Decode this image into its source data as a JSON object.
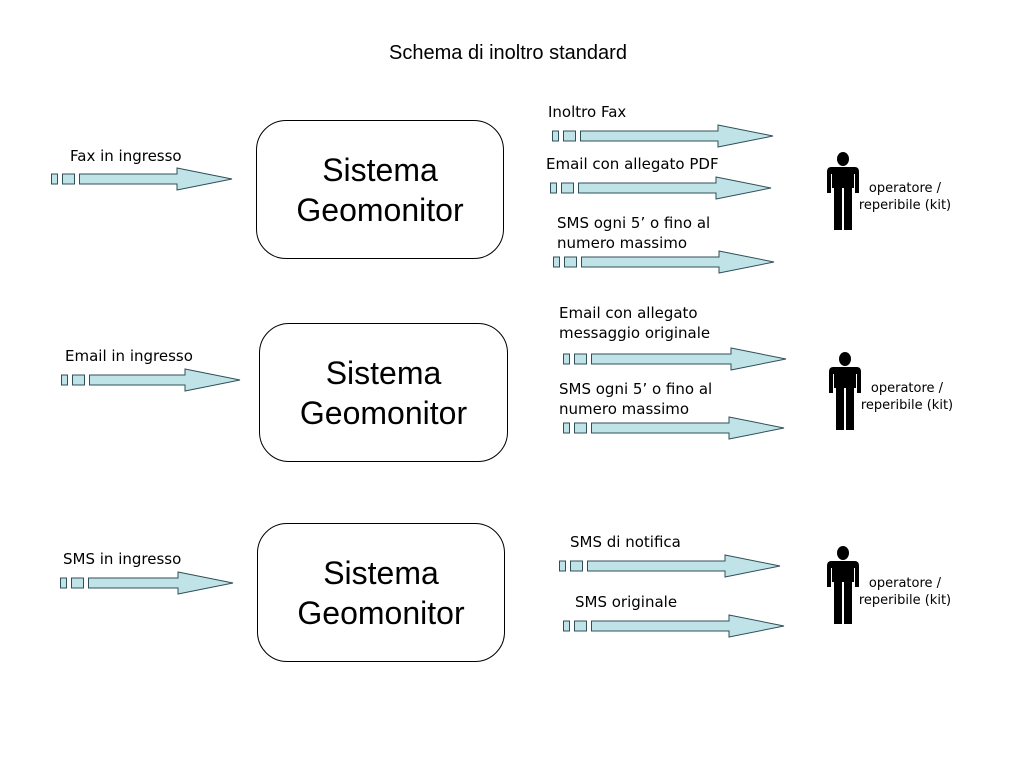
{
  "title": "Schema di inoltro standard",
  "colors": {
    "arrow_fill": "#bfe3e6",
    "stroke": "#2f4f5a",
    "person": "#000000"
  },
  "icons": {
    "person": "person-icon"
  },
  "groups": [
    {
      "input_label": "Fax in ingresso",
      "system_line1": "Sistema",
      "system_line2": "Geomonitor",
      "outputs": [
        {
          "line1": "Inoltro Fax",
          "line2": ""
        },
        {
          "line1": "Email con allegato PDF",
          "line2": ""
        },
        {
          "line1": "SMS ogni 5’ o fino al",
          "line2": "numero massimo"
        }
      ],
      "operator_line1": "operatore /",
      "operator_line2": "reperibile (kit)"
    },
    {
      "input_label": "Email in ingresso",
      "system_line1": "Sistema",
      "system_line2": "Geomonitor",
      "outputs": [
        {
          "line1": "Email con allegato",
          "line2": "messaggio originale"
        },
        {
          "line1": "SMS ogni 5’ o fino al",
          "line2": "numero massimo"
        }
      ],
      "operator_line1": "operatore /",
      "operator_line2": "reperibile (kit)"
    },
    {
      "input_label": "SMS in ingresso",
      "system_line1": "Sistema",
      "system_line2": "Geomonitor",
      "outputs": [
        {
          "line1": "SMS di notifica",
          "line2": ""
        },
        {
          "line1": "SMS originale",
          "line2": ""
        }
      ],
      "operator_line1": "operatore /",
      "operator_line2": "reperibile (kit)"
    }
  ]
}
